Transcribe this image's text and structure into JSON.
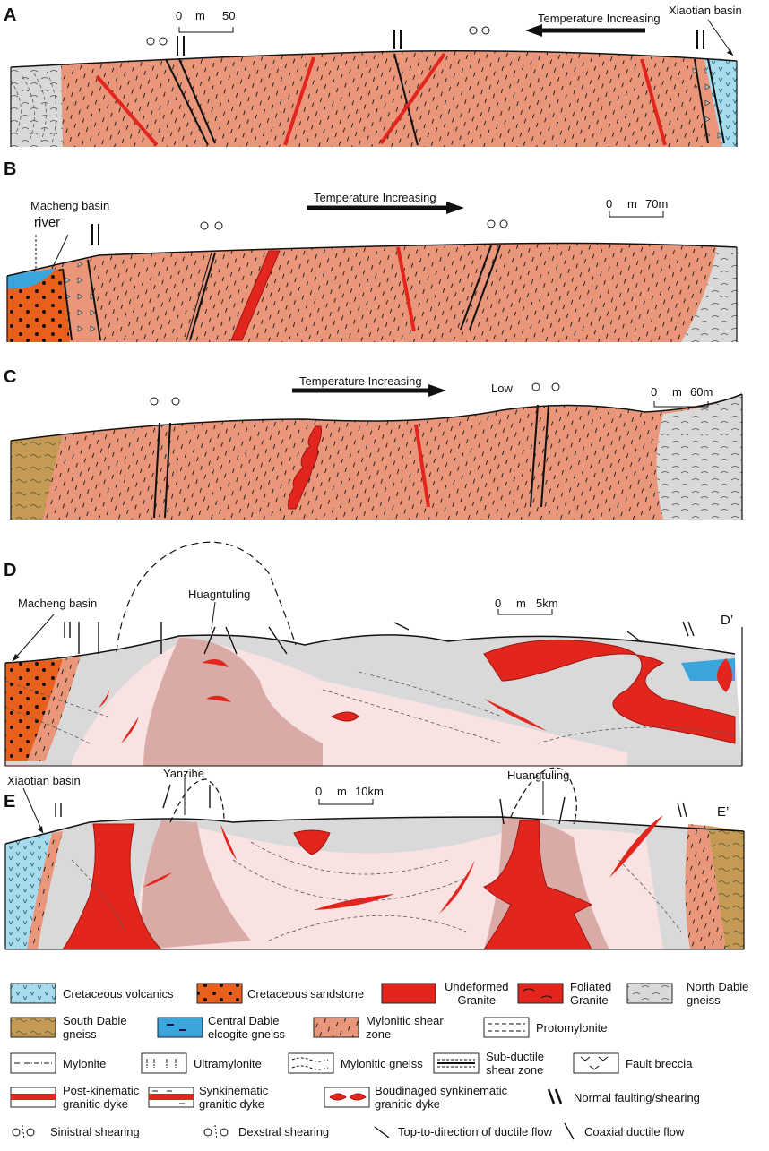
{
  "panels": {
    "A": {
      "letter": "A",
      "scale_zero": "0",
      "scale_unit": "m",
      "scale_value": "50",
      "temp_label": "Temperature Increasing",
      "basin": "Xiaotian basin"
    },
    "B": {
      "letter": "B",
      "basin": "Macheng basin",
      "river": "river",
      "temp_label": "Temperature Increasing",
      "scale_zero": "0",
      "scale_unit": "m",
      "scale_value": "70m"
    },
    "C": {
      "letter": "C",
      "temp_label": "Temperature Increasing",
      "low": "Low",
      "scale_zero": "0",
      "scale_unit": "m",
      "scale_value": "60m"
    },
    "D": {
      "letter": "D",
      "basin": "Macheng basin",
      "peak": "Huagntuling",
      "scale_zero": "0",
      "scale_unit": "m",
      "scale_value": "5km",
      "end": "D’"
    },
    "E": {
      "letter": "E",
      "basin": "Xiaotian basin",
      "place1": "Yanzihe",
      "place2": "Huangtuling",
      "scale_zero": "0",
      "scale_unit": "m",
      "scale_value": "10km",
      "end": "E’"
    }
  },
  "legend": [
    {
      "key": "cv",
      "label": "Cretaceous volcanics"
    },
    {
      "key": "cs",
      "label": "Cretaceous sandstone"
    },
    {
      "key": "ug",
      "label": "Undeformed\nGranite"
    },
    {
      "key": "fg",
      "label": "Foliated\nGranite"
    },
    {
      "key": "nd",
      "label": "North Dabie\ngneiss"
    },
    {
      "key": "sd",
      "label": "South Dabie\ngneiss"
    },
    {
      "key": "cd",
      "label": "Central Dabie\nelcogite gneiss"
    },
    {
      "key": "ms",
      "label": "Mylonitic shear\nzone"
    },
    {
      "key": "pm",
      "label": "Protomylonite"
    },
    {
      "key": "my",
      "label": "Mylonite"
    },
    {
      "key": "um",
      "label": "Ultramylonite"
    },
    {
      "key": "mg",
      "label": "Mylonitic gneiss"
    },
    {
      "key": "sds",
      "label": "Sub-ductile\nshear zone"
    },
    {
      "key": "fb",
      "label": "Fault breccia"
    },
    {
      "key": "pk",
      "label": "Post-kinematic\ngranitic dyke"
    },
    {
      "key": "sk",
      "label": "Synkinematic\ngranitic dyke"
    },
    {
      "key": "bs",
      "label": "Boudinaged synkinematic\ngranitic dyke"
    },
    {
      "key": "nf",
      "label": "Normal faulting/shearing"
    },
    {
      "key": "ss",
      "label": "Sinistral shearing"
    },
    {
      "key": "ds",
      "label": "Dexstral shearing"
    },
    {
      "key": "tt",
      "label": "Top-to-direction of ductile flow"
    },
    {
      "key": "cf",
      "label": "Coaxial ductile flow"
    }
  ],
  "colors": {
    "mylonite_salmon": "#e9967a",
    "granite_red": "#e3261d",
    "gneiss_grey": "#d9d9d9",
    "volcanic_blue": "#a8dcec",
    "sandstone_orange": "#e9601c",
    "south_dabie_brown": "#c49a54",
    "water_blue": "#3aa6dc",
    "pale_pink": "#f8e2e2",
    "dome_mauve": "#d9aaa6"
  }
}
